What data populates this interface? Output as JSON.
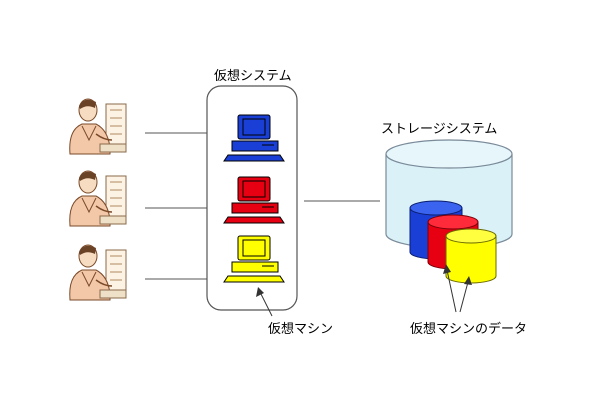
{
  "labels": {
    "virtual_system": "仮想システム",
    "storage_system": "ストレージシステム",
    "virtual_machine": "仮想マシン",
    "vm_data": "仮想マシンのデータ"
  },
  "colors": {
    "blue": "#1a3fd6",
    "red": "#e60012",
    "yellow": "#ffff00",
    "storage_fill": "#d9f1f7",
    "storage_stroke": "#7a8a99",
    "frame_stroke": "#555555",
    "line": "#555555"
  },
  "users": [
    {
      "id": "user-1"
    },
    {
      "id": "user-2"
    },
    {
      "id": "user-3"
    }
  ],
  "machines": [
    {
      "color": "blue"
    },
    {
      "color": "red"
    },
    {
      "color": "yellow"
    }
  ],
  "disks": [
    {
      "color": "blue"
    },
    {
      "color": "red"
    },
    {
      "color": "yellow"
    }
  ]
}
